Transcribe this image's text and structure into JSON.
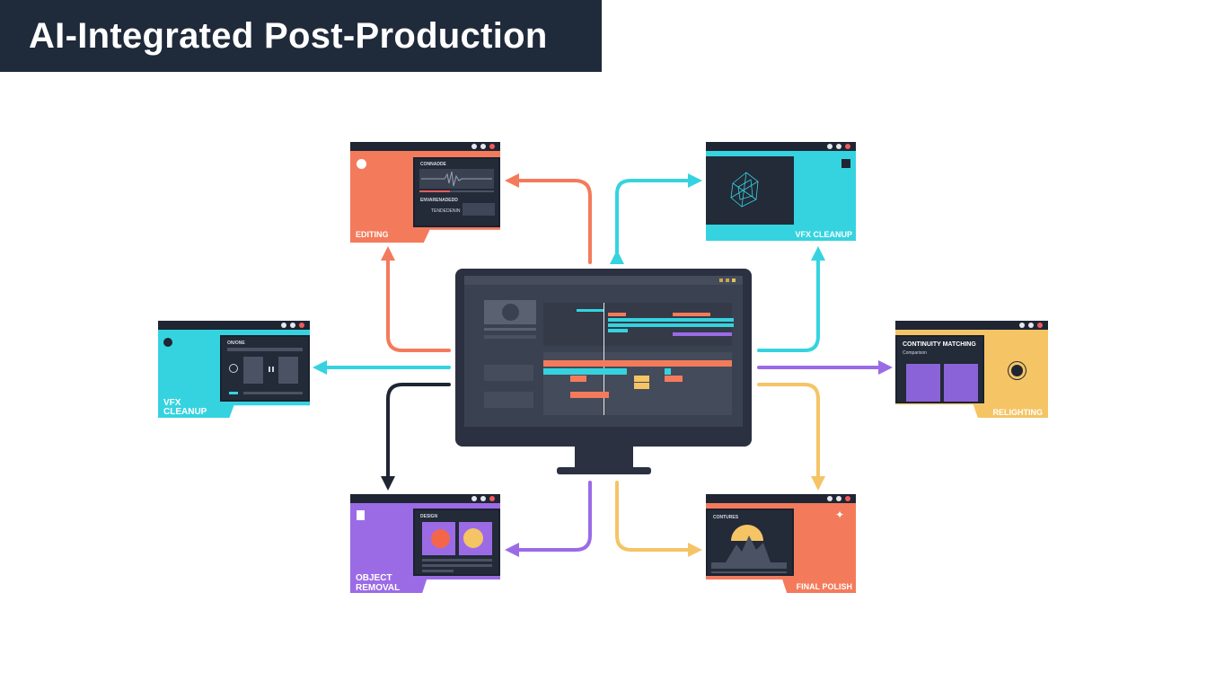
{
  "title": "AI-Integrated Post-Production",
  "colors": {
    "orange": "#f47a5c",
    "cyan": "#35d3e0",
    "purple": "#9b6be6",
    "yellow": "#f5c465",
    "dark": "#1f2533"
  },
  "cards": {
    "editing": {
      "label": "EDITING",
      "panel_title": "CONNADDE",
      "panel_sub": "ENVARENADEDD",
      "panel_small": "TENDEDENIN"
    },
    "vfx_top": {
      "label": "VFX CLEANUP"
    },
    "vfx_left": {
      "label_line1": "VFX",
      "label_line2": "CLEANUP",
      "panel_title": "ON/ONE"
    },
    "relighting": {
      "label": "RELIGHTING",
      "panel_title": "CONTINUITY MATCHING",
      "panel_sub": "Comparison"
    },
    "object_removal": {
      "label_line1": "OBJECT",
      "label_line2": "REMOVAL",
      "panel_title": "DESIGN"
    },
    "final_polish": {
      "label": "FINAL POLISH",
      "panel_title": "CONTURES"
    }
  }
}
